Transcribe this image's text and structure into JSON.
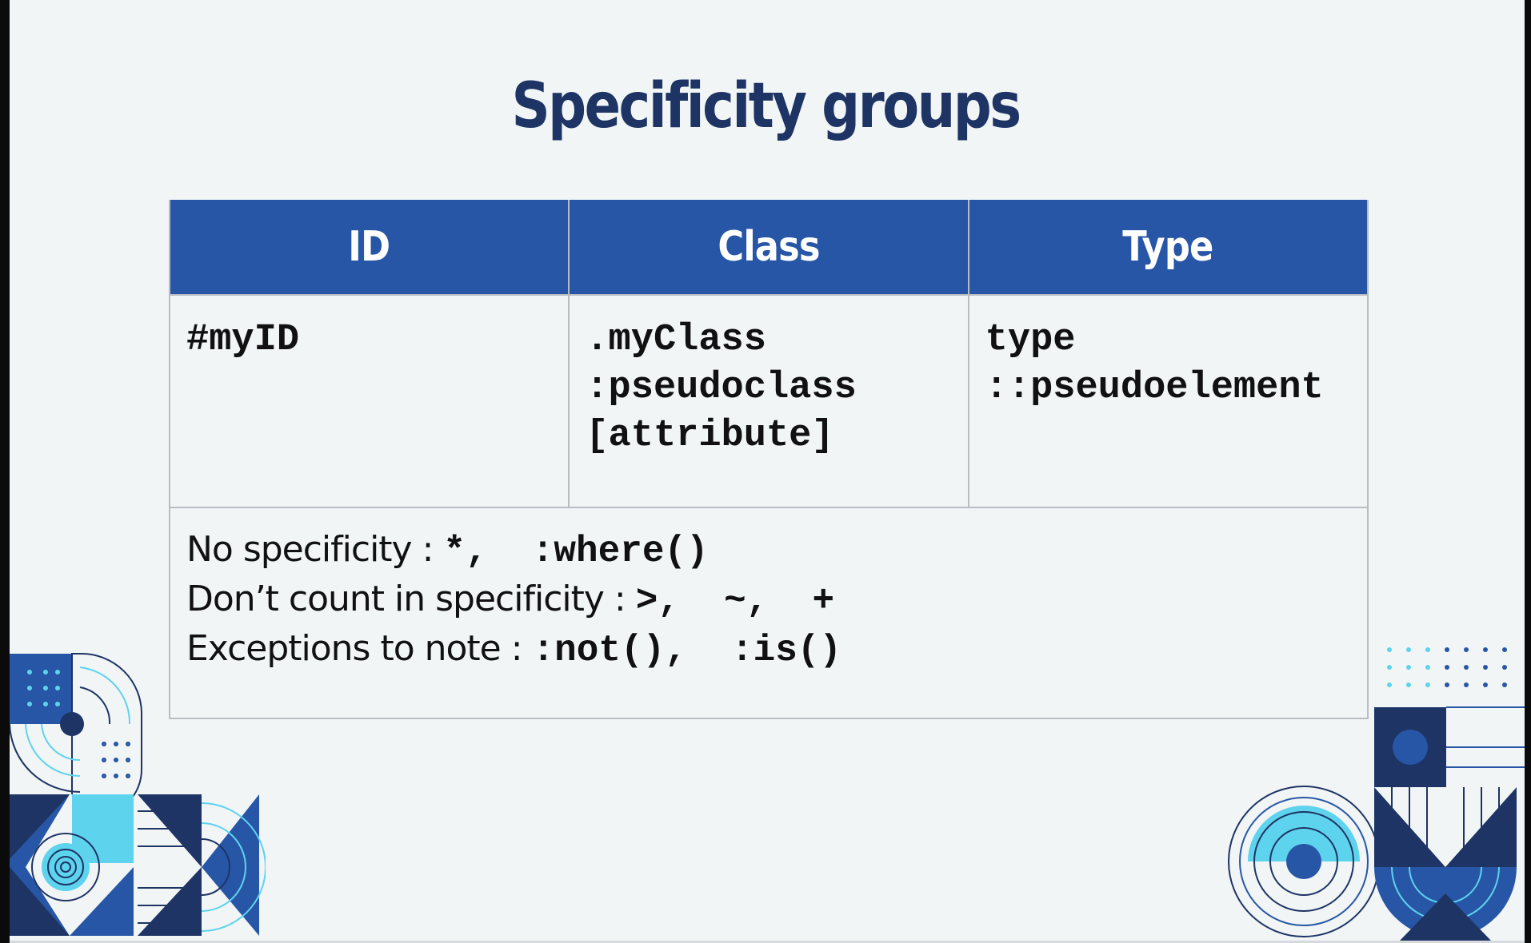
{
  "slide": {
    "title": "Specificity groups"
  },
  "table": {
    "headers": [
      "ID",
      "Class",
      "Type"
    ],
    "columns": [
      [
        "#myID"
      ],
      [
        ".myClass",
        ":pseudoclass",
        "[attribute]"
      ],
      [
        "type",
        "::pseudoelement"
      ]
    ]
  },
  "notes": [
    {
      "label": "No specificity : ",
      "code": "*,  :where()"
    },
    {
      "label": "Don’t count in specificity : ",
      "code": ">,  ~,  +"
    },
    {
      "label": "Exceptions to note : ",
      "code": ":not(),  :is()"
    }
  ],
  "colors": {
    "background": "#f1f5f6",
    "title": "#1e3464",
    "header_fill": "#2756a6",
    "navy": "#1e3464",
    "blue": "#2756a6",
    "cyan": "#5ed3ee"
  }
}
